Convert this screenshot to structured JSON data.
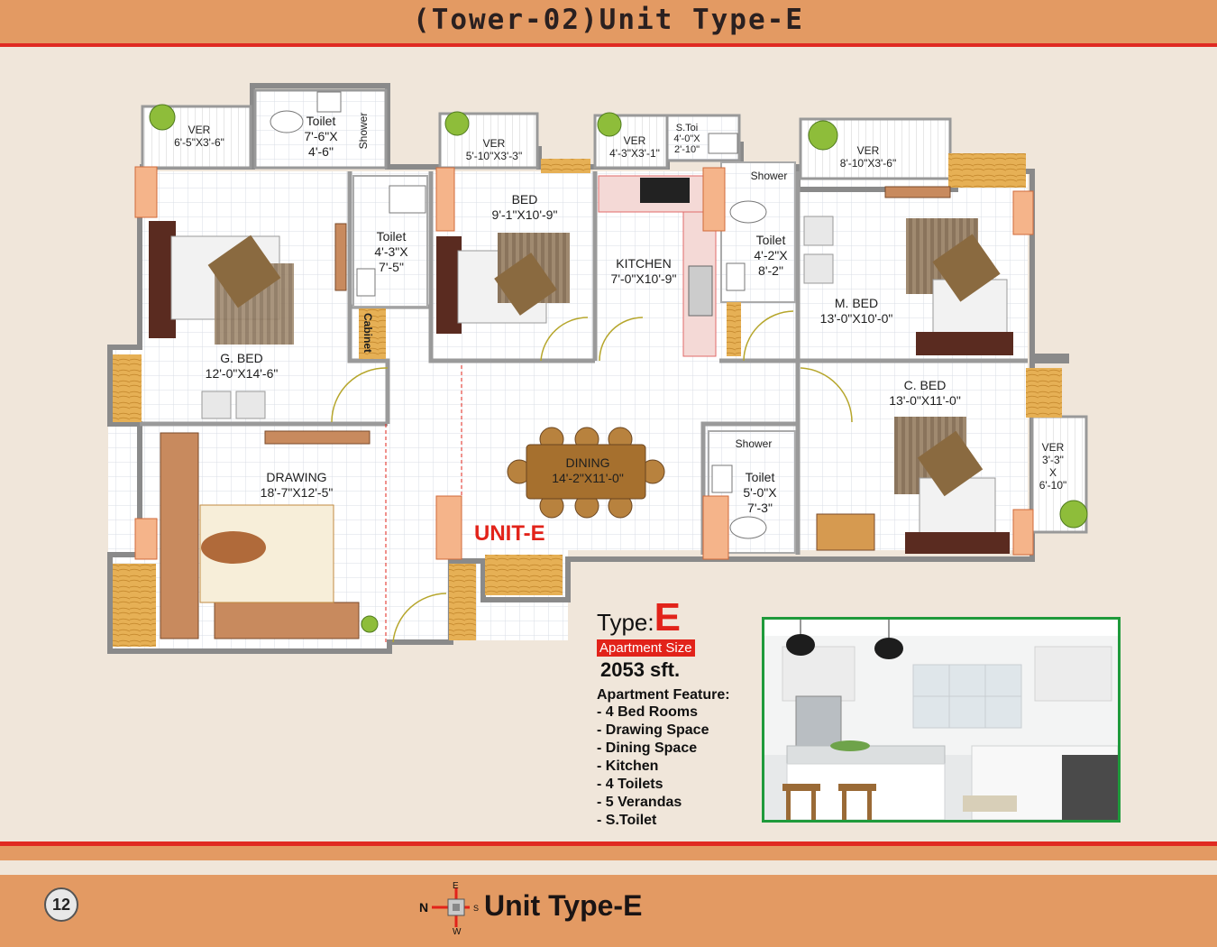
{
  "header": {
    "title": "(Tower-02)Unit  Type-E"
  },
  "plan": {
    "unit_tag": "UNIT-E",
    "rooms": {
      "ver1": {
        "name": "VER",
        "dim": "6'-5\"X3'-6\""
      },
      "toilet1": {
        "name": "Toilet",
        "dim1": "7'-6\"X",
        "dim2": "4'-6\"",
        "shower": "Shower"
      },
      "ver2": {
        "name": "VER",
        "dim": "5'-10\"X3'-3\""
      },
      "ver3": {
        "name": "VER",
        "dim": "4'-3\"X3'-1\""
      },
      "stoilet": {
        "name": "S.Toi",
        "dim1": "4'-0\"X",
        "dim2": "2'-10\""
      },
      "ver4": {
        "name": "VER",
        "dim": "8'-10\"X3'-6\""
      },
      "shower2": "Shower",
      "toilet2": {
        "name": "Toilet",
        "dim1": "4'-3\"X",
        "dim2": "7'-5\""
      },
      "bed": {
        "name": "BED",
        "dim": "9'-1\"X10'-9\""
      },
      "kitchen": {
        "name": "KITCHEN",
        "dim": "7'-0\"X10'-9\""
      },
      "toilet3": {
        "name": "Toilet",
        "dim1": "4'-2\"X",
        "dim2": "8'-2\""
      },
      "mbed": {
        "name": "M. BED",
        "dim": "13'-0\"X10'-0\""
      },
      "cabinet": "Cabinet",
      "gbed": {
        "name": "G. BED",
        "dim": "12'-0\"X14'-6\""
      },
      "cbed": {
        "name": "C. BED",
        "dim": "13'-0\"X11'-0\""
      },
      "drawing": {
        "name": "DRAWING",
        "dim": "18'-7\"X12'-5\""
      },
      "dining": {
        "name": "DINING",
        "dim": "14'-2\"X11'-0\""
      },
      "shower3": "Shower",
      "toilet4": {
        "name": "Toilet",
        "dim1": "5'-0\"X",
        "dim2": "7'-3\""
      },
      "ver5": {
        "name": "VER",
        "dim1": "3'-3\"",
        "dim2": "X",
        "dim3": "6'-10\""
      }
    }
  },
  "info": {
    "type_prefix": "Type:",
    "type_letter": "E",
    "size_label": "Apartment Size",
    "size_value": "2053 sft.",
    "features_title": "Apartment Feature:",
    "features": [
      "- 4 Bed Rooms",
      "- Drawing Space",
      "- Dining Space",
      "- Kitchen",
      "- 4 Toilets",
      "- 5 Verandas",
      "- S.Toilet"
    ]
  },
  "footer": {
    "page_number": "12",
    "title": "Unit Type-E",
    "compass": {
      "e": "E",
      "w": "W",
      "n": "N",
      "s": "S"
    }
  },
  "colors": {
    "accent": "#e39a63",
    "red": "#e2231a",
    "frame": "#1f9a3b"
  }
}
